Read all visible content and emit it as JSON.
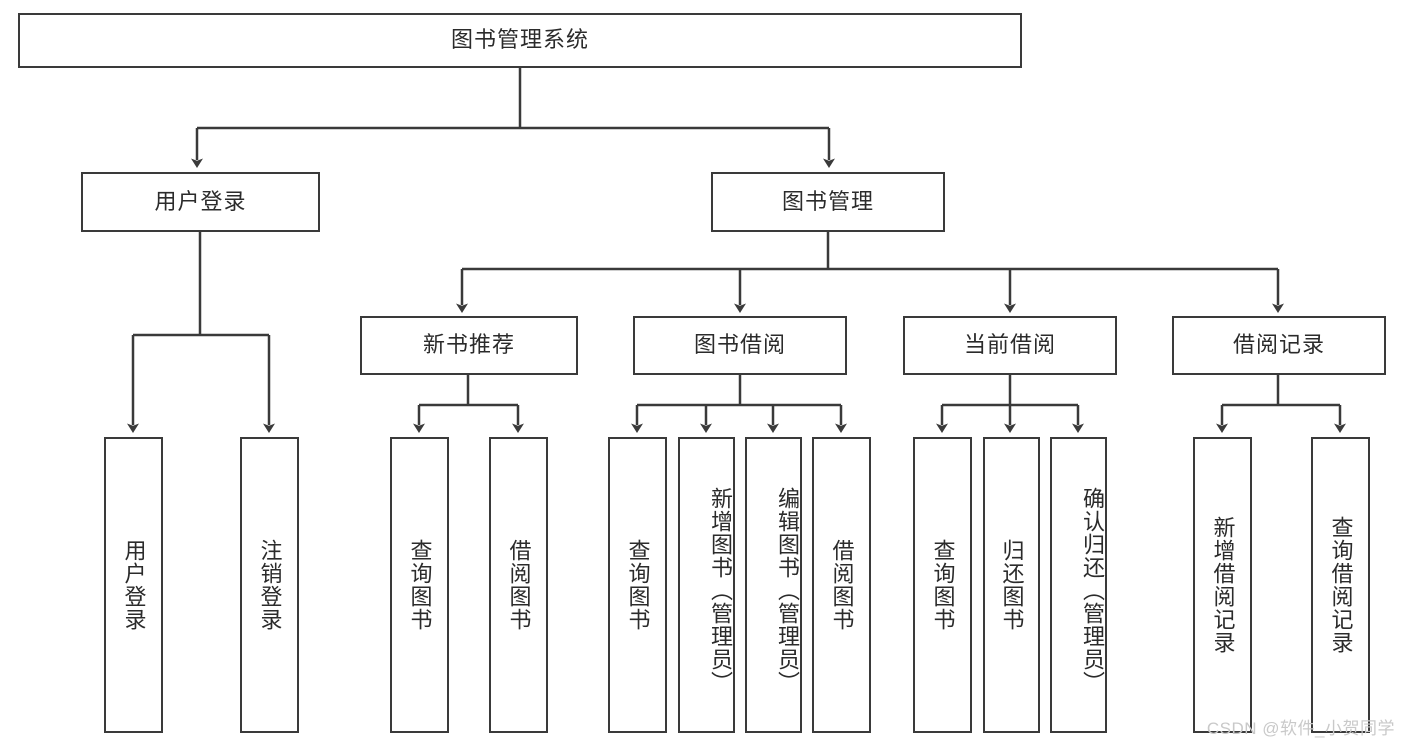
{
  "diagram": {
    "title": "图书管理系统",
    "watermark": "CSDN @软件_小贺同学",
    "colors": {
      "box_border": "#3a3a3a",
      "box_fill": "#ffffff",
      "edge": "#3a3a3a",
      "text": "#2b2b2b",
      "watermark": "#c9c9c9",
      "background": "#ffffff"
    },
    "nodes": {
      "root": "图书管理系统",
      "level1": [
        "用户登录",
        "图书管理"
      ],
      "level2": [
        "新书推荐",
        "图书借阅",
        "当前借阅",
        "借阅记录"
      ],
      "leaves": {
        "user_login": [
          "用户登录",
          "注销登录"
        ],
        "new_book_recommend": [
          "查询图书",
          "借阅图书"
        ],
        "book_borrow": [
          "查询图书",
          "新增图书（管理员）",
          "编辑图书（管理员）",
          "借阅图书"
        ],
        "current_borrow": [
          "查询图书",
          "归还图书",
          "确认归还（管理员）"
        ],
        "borrow_record": [
          "新增借阅记录",
          "查询借阅记录"
        ]
      }
    }
  }
}
